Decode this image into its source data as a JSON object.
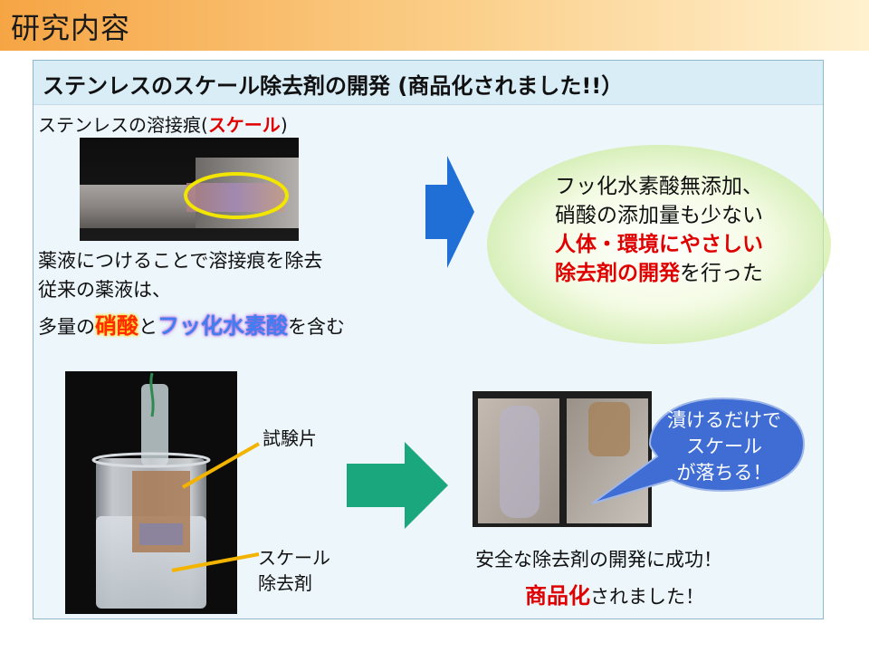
{
  "page": {
    "title": "研究内容"
  },
  "panel": {
    "heading": "ステンレスのスケール除去剤の開発 (商品化されました!!）"
  },
  "weld": {
    "label_prefix": "ステンレスの溶接痕(",
    "label_highlight": "スケール",
    "label_suffix": ")"
  },
  "description": {
    "line1": "薬液につけることで溶接痕を除去",
    "line2": "従来の薬液は、",
    "line3_prefix": "多量の",
    "line3_acid1": "硝酸",
    "line3_mid": "と",
    "line3_acid2": "フッ化水素酸",
    "line3_suffix": "を含む"
  },
  "result_callout": {
    "line1": "フッ化水素酸無添加、",
    "line2": "硝酸の添加量も少ない",
    "line3": "人体・環境にやさしい",
    "line4_highlight": "除去剤の開発",
    "line4_suffix": "を行った"
  },
  "beaker": {
    "label_test_piece": "試験片",
    "label_scale_line1": "スケール",
    "label_scale_line2": "除去剤"
  },
  "bubble": {
    "line1": "漬けるだけで",
    "line2": "スケール",
    "line3": "が落ちる！"
  },
  "success": {
    "line1": "安全な除去剤の開発に成功！",
    "line2_highlight": "商品化",
    "line2_suffix": "されました！"
  },
  "colors": {
    "title_gradient_start": "#f6a544",
    "panel_bg": "#ecf6fb",
    "arrow_blue": "#1f6fd6",
    "arrow_teal": "#1aa77e",
    "bubble_blue": "#3f6dd4",
    "highlight_red": "#e00000",
    "weld_ellipse": "#f2e600"
  },
  "icons": {
    "arrow_right_blue": "arrow-right-icon",
    "arrow_right_teal": "arrow-right-icon",
    "pointer_line": "pointer-line"
  }
}
